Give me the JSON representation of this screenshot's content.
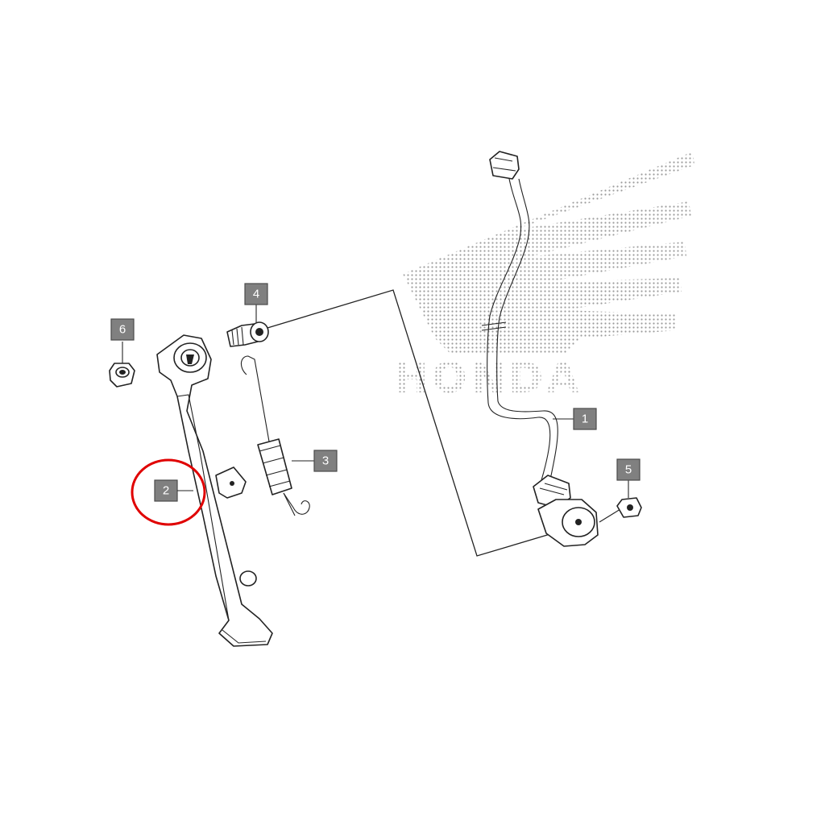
{
  "logo": {
    "text": "HONDA",
    "dot_color": "#8a8a8a"
  },
  "highlight": {
    "color": "#e00000",
    "target_label": "2"
  },
  "callouts": [
    {
      "label": "1",
      "part": "side-stand-switch"
    },
    {
      "label": "2",
      "part": "side-stand-bar"
    },
    {
      "label": "3",
      "part": "side-stand-spring"
    },
    {
      "label": "4",
      "part": "pivot-bolt"
    },
    {
      "label": "5",
      "part": "switch-bolt"
    },
    {
      "label": "6",
      "part": "lock-nut"
    }
  ],
  "colors": {
    "callout_fill": "#808080",
    "line": "#222222"
  }
}
